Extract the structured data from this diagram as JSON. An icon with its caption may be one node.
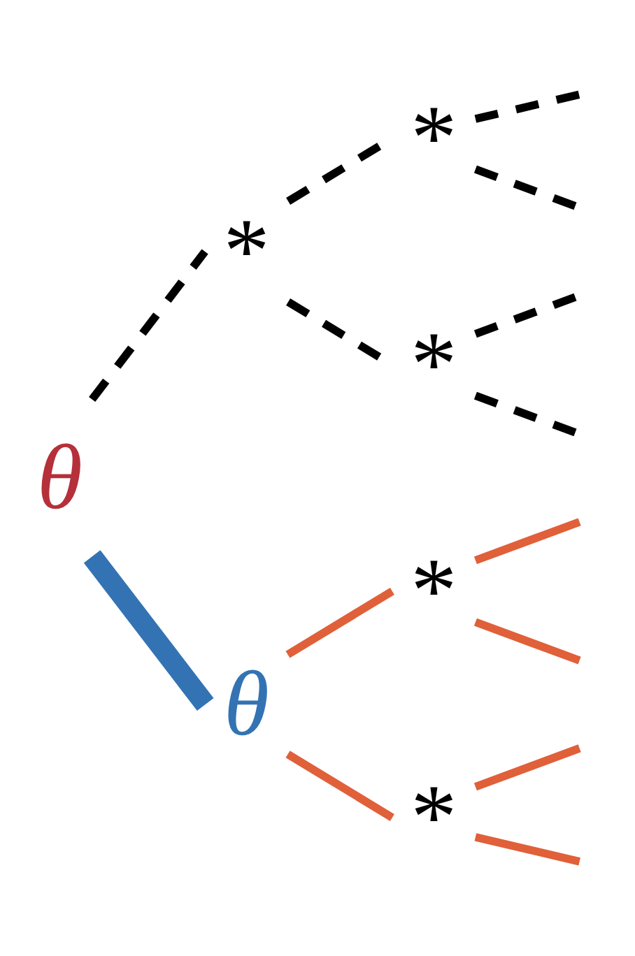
{
  "diagram": {
    "nodes": [
      {
        "text": [
          "θ"
        ]
      },
      {
        "text": [
          "*"
        ]
      },
      {
        "text": [
          "*"
        ]
      },
      {
        "text": [
          "*"
        ]
      },
      {
        "text": [
          "θ"
        ]
      },
      {
        "text": [
          "*"
        ]
      },
      {
        "text": [
          "*"
        ]
      }
    ],
    "edges": [
      {
        "from": 0,
        "to": 1,
        "arrow": "none",
        "style": "dashed"
      },
      {
        "from": 0,
        "to": 4,
        "arrow": "none",
        "style": "thick",
        "color": "#3373b3"
      },
      {
        "from": 1,
        "to": 2,
        "arrow": "none",
        "style": "dashed"
      },
      {
        "from": 1,
        "to": 3,
        "arrow": "none",
        "style": "dashed"
      },
      {
        "from": 2,
        "to": null,
        "arrow": "none",
        "style": "dashed"
      },
      {
        "from": 2,
        "to": null,
        "arrow": "none",
        "style": "dashed"
      },
      {
        "from": 3,
        "to": null,
        "arrow": "none",
        "style": "dashed"
      },
      {
        "from": 3,
        "to": null,
        "arrow": "none",
        "style": "dashed"
      },
      {
        "from": 4,
        "to": 5,
        "arrow": "none",
        "color": "#e0603a"
      },
      {
        "from": 4,
        "to": 6,
        "arrow": "none",
        "color": "#e0603a"
      },
      {
        "from": 5,
        "to": null,
        "arrow": "none",
        "color": "#e0603a"
      },
      {
        "from": 5,
        "to": null,
        "arrow": "none",
        "color": "#e0603a"
      },
      {
        "from": 6,
        "to": null,
        "arrow": "none",
        "color": "#e0603a"
      },
      {
        "from": 6,
        "to": null,
        "arrow": "none",
        "color": "#e0603a"
      }
    ]
  }
}
